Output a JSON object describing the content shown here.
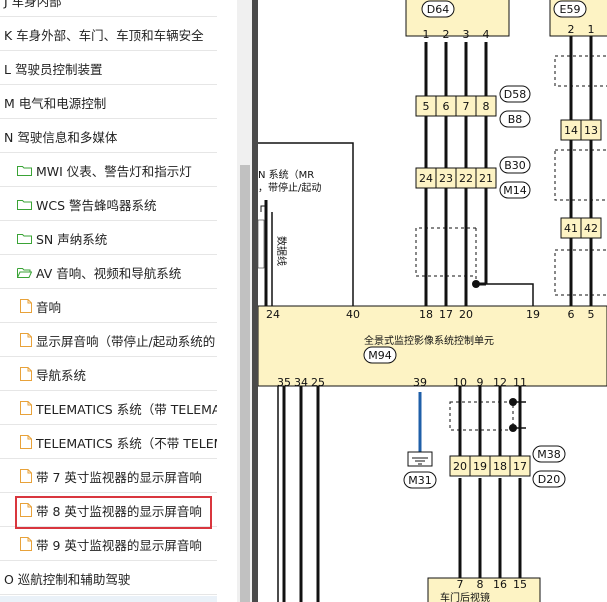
{
  "sidebar": {
    "items": [
      {
        "label": "J 车身内部",
        "level": 0,
        "icon": "none"
      },
      {
        "label": "K 车身外部、车门、车顶和车辆安全",
        "level": 0,
        "icon": "none"
      },
      {
        "label": "L 驾驶员控制装置",
        "level": 0,
        "icon": "none"
      },
      {
        "label": "M 电气和电源控制",
        "level": 0,
        "icon": "none"
      },
      {
        "label": "N 驾驶信息和多媒体",
        "level": 0,
        "icon": "none"
      },
      {
        "label": "MWI 仪表、警告灯和指示灯",
        "level": 1,
        "icon": "folder-icon"
      },
      {
        "label": "WCS 警告蜂鸣器系统",
        "level": 1,
        "icon": "folder-icon"
      },
      {
        "label": "SN 声纳系统",
        "level": 1,
        "icon": "folder-icon"
      },
      {
        "label": "AV 音响、视频和导航系统",
        "level": 1,
        "icon": "folder-open-icon"
      },
      {
        "label": "音响",
        "level": 2,
        "icon": "page-icon"
      },
      {
        "label": "显示屏音响（带停止/起动系统的 M",
        "level": 2,
        "icon": "page-icon"
      },
      {
        "label": "导航系统",
        "level": 2,
        "icon": "page-icon"
      },
      {
        "label": "TELEMATICS 系统（带 TELEMATI",
        "level": 2,
        "icon": "page-icon"
      },
      {
        "label": "TELEMATICS 系统（不带 TELEMA",
        "level": 2,
        "icon": "page-icon"
      },
      {
        "label": "带 7 英寸监视器的显示屏音响",
        "level": 2,
        "icon": "page-icon"
      },
      {
        "label": "带 8 英寸监视器的显示屏音响",
        "level": 2,
        "icon": "page-icon",
        "selected": true
      },
      {
        "label": "带 9 英寸监视器的显示屏音响",
        "level": 2,
        "icon": "page-icon"
      },
      {
        "label": "O 巡航控制和辅助驾驶",
        "level": 0,
        "icon": "none"
      }
    ]
  },
  "diagram": {
    "connectors": {
      "d64": "D64",
      "e59": "E59",
      "d58": "D58",
      "b8": "B8",
      "b30": "B30",
      "m14": "M14",
      "m94": "M94",
      "m38": "M38",
      "d20": "D20",
      "m31": "M31"
    },
    "pins": {
      "d64": [
        "1",
        "2",
        "3",
        "4"
      ],
      "e59": [
        "2",
        "1"
      ],
      "d58": [
        "5",
        "6",
        "7",
        "8"
      ],
      "e_mid": [
        "14",
        "13"
      ],
      "b30": [
        "24",
        "23",
        "22",
        "21"
      ],
      "e_low": [
        "41",
        "42"
      ],
      "unit_top_left": "24",
      "unit_top_40": "40",
      "unit_top": [
        "18",
        "17",
        "20"
      ],
      "unit_top_19": "19",
      "unit_top_right": [
        "6",
        "5"
      ],
      "unit_bottom_left": [
        "35",
        "34",
        "25"
      ],
      "unit_bottom_39": "39",
      "unit_bottom_right": [
        "10",
        "9",
        "12",
        "11"
      ],
      "m38": [
        "20",
        "19",
        "18",
        "17"
      ],
      "bottom": [
        "7",
        "8",
        "16",
        "15"
      ]
    },
    "labels": {
      "system_line1": "N 系统（MR",
      "system_line2": "，带停止/起动",
      "unit_name": "全景式监控影像系统控制单元",
      "bottom_unit": "车门后视镜",
      "wire_vertical": "数据线"
    },
    "colors": {
      "connector_fill": "#fdf3c4",
      "unit_fill": "#fdf3c4",
      "ground": "#1f5fa8",
      "wire": "#111111"
    }
  }
}
